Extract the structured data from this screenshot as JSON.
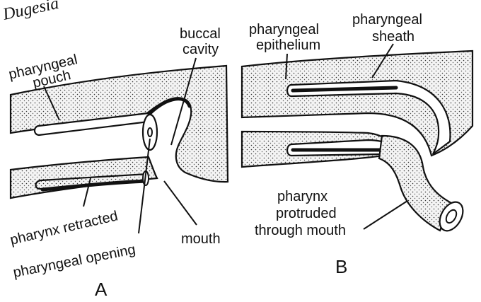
{
  "header_fragment": "Dugesia",
  "panels": [
    {
      "letter": "A",
      "labels": {
        "pharyngeal_pouch": [
          "pharyngeal",
          "pouch"
        ],
        "buccal_cavity": [
          "buccal",
          "cavity"
        ],
        "pharynx_retracted": "pharynx retracted",
        "pharyngeal_opening": "pharyngeal opening",
        "mouth": "mouth"
      }
    },
    {
      "letter": "B",
      "labels": {
        "pharyngeal_epithelium": [
          "pharyngeal",
          "epithelium"
        ],
        "pharyngeal_sheath": [
          "pharyngeal",
          "sheath"
        ],
        "pharynx_protruded": [
          "pharynx",
          "protruded",
          "through mouth"
        ]
      }
    }
  ]
}
